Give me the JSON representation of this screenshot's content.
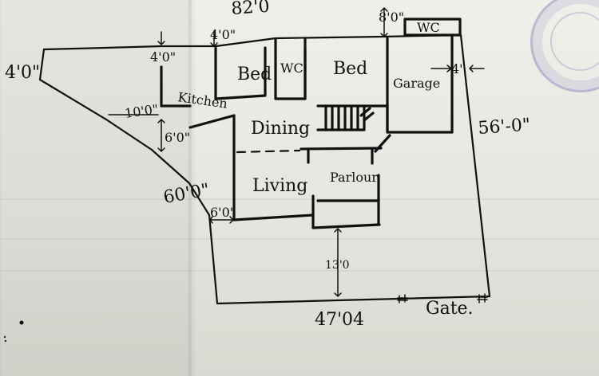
{
  "plan": {
    "top_dimension": "82'0",
    "left_edge_dimension": "4'0\"",
    "left_gap_dimension": "4'0\"",
    "upper_gap_dimension": "4'0\"",
    "top_right_dimension": "8'0\"",
    "right_gap_dimension": "4'",
    "side_dimension": "56'-0\"",
    "kitchen_offset_dimension": "10'0\"",
    "dining_offset_dimension": "6'0\"",
    "slope_dimension": "60'0\"",
    "living_offset_dimension": "6'0\"",
    "front_setback_dimension": "13'0",
    "bottom_dimension": "47'04",
    "gate_label": "Gate.",
    "rooms": {
      "kitchen": "Kitchen",
      "bed_left": "Bed",
      "wc_left": "WC",
      "bed_right": "Bed",
      "wc_top": "WC",
      "garage": "Garage",
      "dining": "Dining",
      "living": "Living",
      "parlour": "Parlour"
    }
  }
}
